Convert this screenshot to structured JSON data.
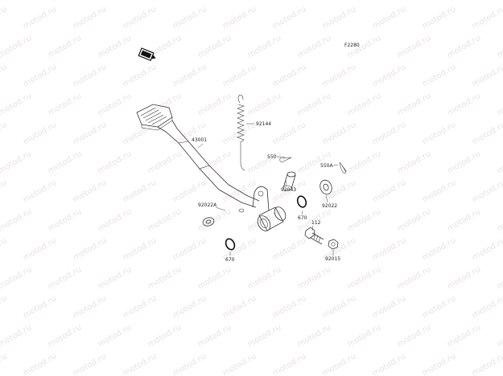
{
  "diagram": {
    "code": "F2280",
    "watermark_text": "motod.ru",
    "watermark_color": "#e8e2e2",
    "line_color": "#333333",
    "icon": "front-direction-icon",
    "callouts": [
      {
        "id": "c43001",
        "label": "43001"
      },
      {
        "id": "c92144",
        "label": "92144"
      },
      {
        "id": "c550",
        "label": "550"
      },
      {
        "id": "c550A",
        "label": "550A"
      },
      {
        "id": "c92043",
        "label": "92043"
      },
      {
        "id": "c92022A",
        "label": "92022A"
      },
      {
        "id": "c670a",
        "label": "670"
      },
      {
        "id": "c112",
        "label": "112"
      },
      {
        "id": "c92022",
        "label": "92022"
      },
      {
        "id": "c670b",
        "label": "670"
      },
      {
        "id": "c92015",
        "label": "92015"
      }
    ]
  }
}
